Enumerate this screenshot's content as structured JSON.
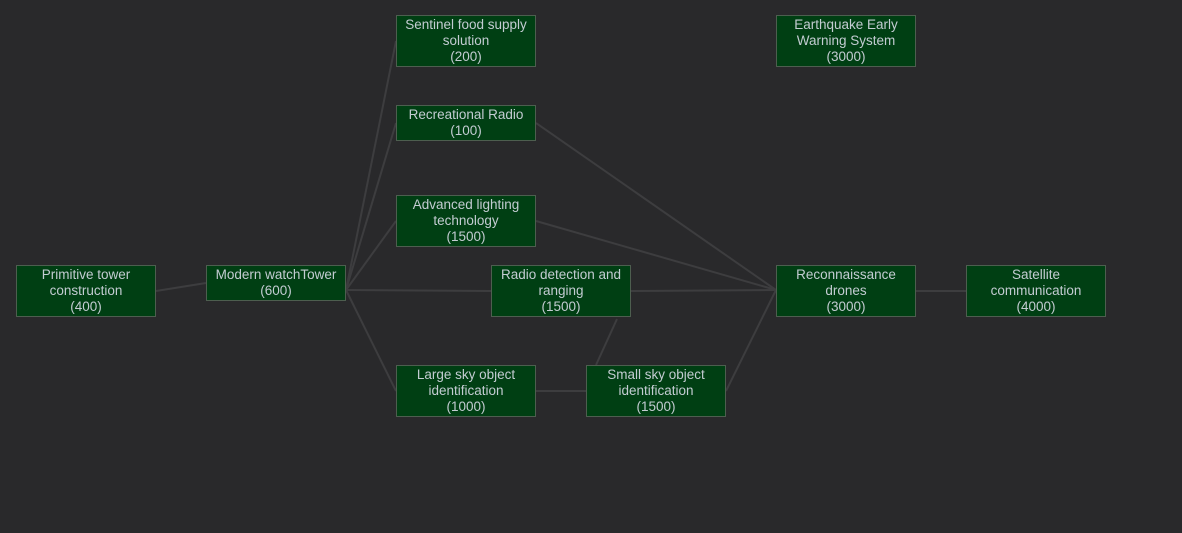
{
  "colors": {
    "background": "#29292b",
    "node_fill": "#003f13",
    "node_border": "#4d5e4f",
    "text": "#c3ccd2",
    "edge": "#3d3d3f"
  },
  "nodes": [
    {
      "id": "primitive",
      "lines": [
        "Primitive tower",
        "construction"
      ],
      "cost": "(400)"
    },
    {
      "id": "modern",
      "lines": [
        "Modern watchTower"
      ],
      "cost": "(600)"
    },
    {
      "id": "sentinel",
      "lines": [
        "Sentinel food supply",
        "solution"
      ],
      "cost": "(200)"
    },
    {
      "id": "recreational",
      "lines": [
        "Recreational Radio"
      ],
      "cost": "(100)"
    },
    {
      "id": "advanced",
      "lines": [
        "Advanced lighting",
        "technology"
      ],
      "cost": "(1500)"
    },
    {
      "id": "radio",
      "lines": [
        "Radio detection and",
        "ranging"
      ],
      "cost": "(1500)"
    },
    {
      "id": "large",
      "lines": [
        "Large sky object",
        "identification"
      ],
      "cost": "(1000)"
    },
    {
      "id": "small",
      "lines": [
        "Small sky object",
        "identification"
      ],
      "cost": "(1500)"
    },
    {
      "id": "earthquake",
      "lines": [
        "Earthquake Early",
        "Warning System"
      ],
      "cost": "(3000)"
    },
    {
      "id": "recon",
      "lines": [
        "Reconnaissance",
        "drones"
      ],
      "cost": "(3000)"
    },
    {
      "id": "satellite",
      "lines": [
        "Satellite",
        "communication"
      ],
      "cost": "(4000)"
    }
  ],
  "edges": [
    [
      "primitive",
      "modern"
    ],
    [
      "modern",
      "sentinel"
    ],
    [
      "modern",
      "recreational"
    ],
    [
      "modern",
      "advanced"
    ],
    [
      "modern",
      "radio"
    ],
    [
      "modern",
      "large"
    ],
    [
      "recreational",
      "recon"
    ],
    [
      "advanced",
      "recon"
    ],
    [
      "radio",
      "recon"
    ],
    [
      "small",
      "recon"
    ],
    [
      "radio",
      "small"
    ],
    [
      "large",
      "small"
    ],
    [
      "recon",
      "satellite"
    ]
  ]
}
